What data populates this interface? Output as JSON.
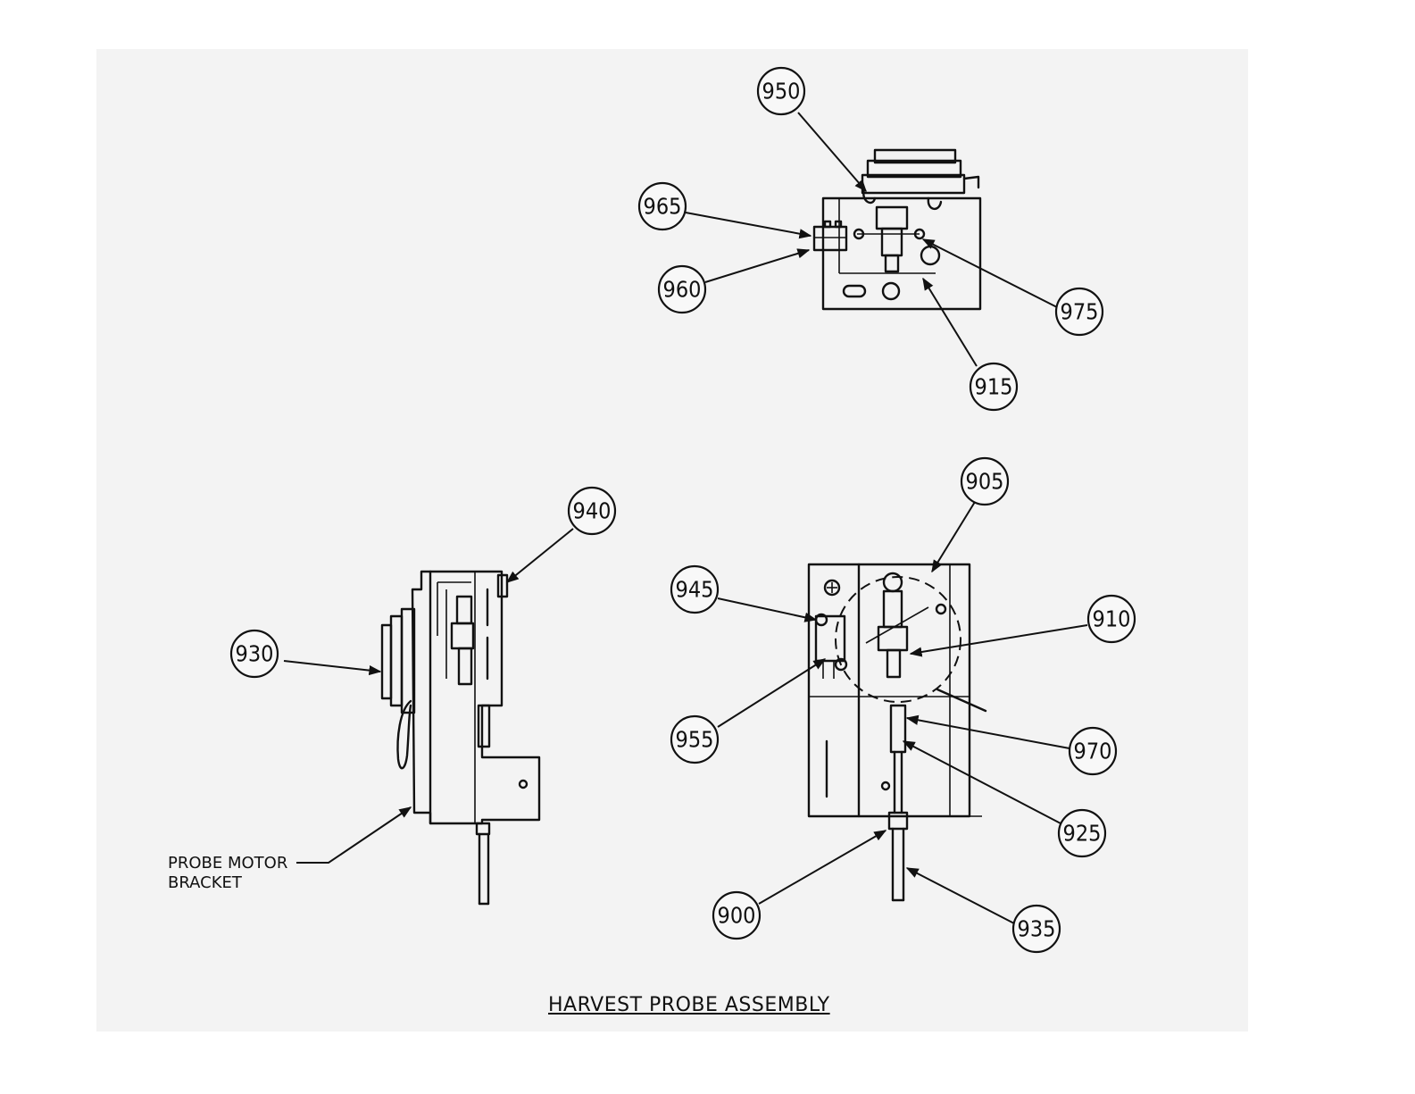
{
  "title": "HARVEST PROBE ASSEMBLY",
  "bracket_label": {
    "line1": "PROBE MOTOR",
    "line2": "BRACKET"
  },
  "callouts": {
    "c950": "950",
    "c965": "965",
    "c960": "960",
    "c975": "975",
    "c915": "915",
    "c940": "940",
    "c930": "930",
    "c905": "905",
    "c945": "945",
    "c910": "910",
    "c955": "955",
    "c970": "970",
    "c925": "925",
    "c900": "900",
    "c935": "935"
  }
}
